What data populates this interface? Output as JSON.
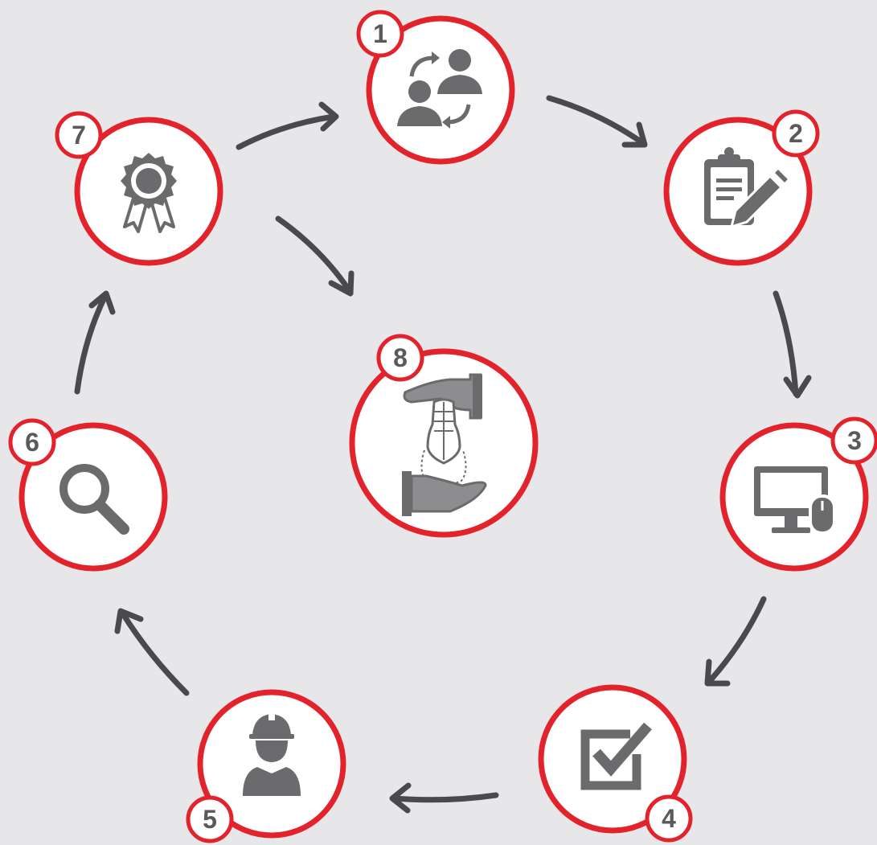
{
  "colors": {
    "background": "#e7e7e9",
    "ring": "#e3232c",
    "icon": "#6b6b6d",
    "arrow": "#4a4a4c"
  },
  "steps": [
    {
      "number": "1",
      "icon": "people-exchange-icon"
    },
    {
      "number": "2",
      "icon": "clipboard-pencil-icon"
    },
    {
      "number": "3",
      "icon": "computer-monitor-mouse-icon"
    },
    {
      "number": "4",
      "icon": "checkbox-icon"
    },
    {
      "number": "5",
      "icon": "construction-worker-icon"
    },
    {
      "number": "6",
      "icon": "magnifier-icon"
    },
    {
      "number": "7",
      "icon": "award-ribbon-icon"
    },
    {
      "number": "8",
      "icon": "hands-mannequin-icon"
    }
  ]
}
